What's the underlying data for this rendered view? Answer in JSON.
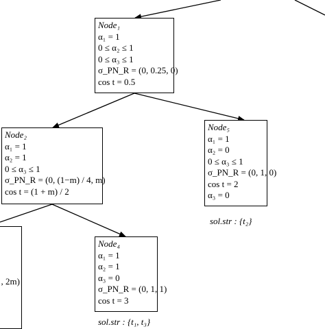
{
  "node1": {
    "title": "Node₁",
    "lines": [
      "α₁ = 1",
      "0 ≤ α₂ ≤ 1",
      "0 ≤ α₃ ≤ 1",
      "σ_PN_R = (0, 0.25, 0)",
      "cos t = 0.5"
    ]
  },
  "node2": {
    "title": "Node₂",
    "lines": [
      "α₁ = 1",
      "α₂ = 1",
      "0 ≤ α₃ ≤ 1",
      "σ_PN_R = (0, (1−m) / 4, m)",
      "cos t = (1 + m) / 2"
    ]
  },
  "node5": {
    "title": "Node₅",
    "lines": [
      "α₁ = 1",
      "α₂ = 0",
      "0 ≤ α₃ ≤ 1",
      "σ_PN_R = (0, 1, 0)",
      "cos t = 2",
      "α₃ = 0"
    ],
    "sol": "sol.str : {t₂}"
  },
  "node4": {
    "title": "Node₄",
    "lines": [
      "α₁ = 1",
      "α₂ = 1",
      "α₃ = 0",
      "σ_PN_R = (0, 1, 1)",
      "cos t = 3"
    ],
    "sol": "sol.str : {t₁, t₃}"
  },
  "node3_partial": {
    "visible_text": ", 2m)"
  }
}
